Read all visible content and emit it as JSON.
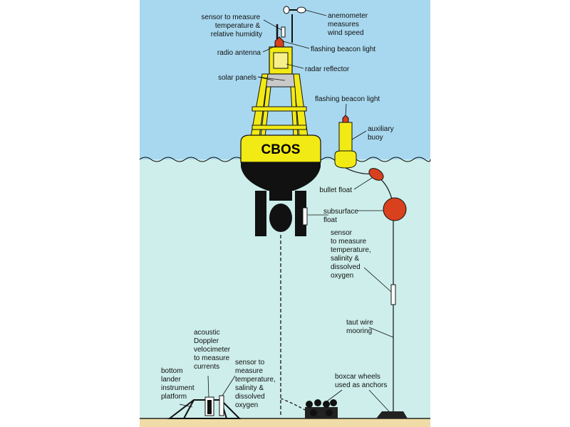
{
  "diagram": {
    "buoy_name": "CBOS",
    "colors": {
      "sky": "#a8d8ef",
      "water": "#cdeeea",
      "buoy_yellow": "#f2ea14",
      "buoy_black": "#111111",
      "float_red": "#d8401e",
      "seabed": "#f0dca6"
    },
    "labels": {
      "sensor_top": [
        "sensor to measure",
        "temperature &",
        "relative humidity"
      ],
      "anemometer": [
        "anemometer",
        "measures",
        "wind speed"
      ],
      "radio_antenna": [
        "radio antenna"
      ],
      "beacon_main": [
        "flashing beacon light"
      ],
      "radar_reflector": [
        "radar reflector"
      ],
      "solar_panels": [
        "solar panels"
      ],
      "beacon_aux": [
        "flashing beacon light"
      ],
      "aux_buoy": [
        "auxiliary",
        "buoy"
      ],
      "bullet_float": [
        "bullet float"
      ],
      "subsurface_float": [
        "subsurface",
        "float"
      ],
      "sensor_mid": [
        "sensor",
        "to measure",
        "temperature,",
        "salinity &",
        "dissolved",
        "oxygen"
      ],
      "taut_wire": [
        "taut wire",
        "mooring"
      ],
      "boxcar": [
        "boxcar wheels",
        "used as anchors"
      ],
      "adcp": [
        "acoustic",
        "Doppler",
        "velocimeter",
        "to measure",
        "currents"
      ],
      "sensor_bottom": [
        "sensor to",
        "measure",
        "temperature,",
        "salinity &",
        "dissolved",
        "oxygen"
      ],
      "lander": [
        "bottom",
        "lander",
        "instrument",
        "platform"
      ]
    }
  }
}
